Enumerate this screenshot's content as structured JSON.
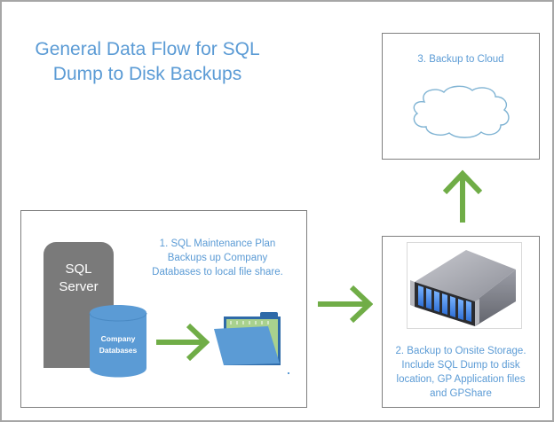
{
  "title": {
    "line1": "General Data Flow for SQL",
    "line2": "Dump to Disk Backups"
  },
  "step1": {
    "caption_lines": [
      "1.  SQL Maintenance Plan",
      "Backups up Company",
      "Databases to local file share."
    ],
    "server_label_lines": [
      "SQL",
      "Server"
    ],
    "database_label_lines": [
      "Company",
      "Databases"
    ]
  },
  "step2": {
    "caption_lines": [
      "2.  Backup to Onsite Storage.",
      "Include SQL Dump to disk",
      "location, GP Application files",
      "and GPShare"
    ]
  },
  "step3": {
    "caption": "3. Backup to Cloud"
  },
  "icons": {
    "sql_server": "sql-server-shape",
    "database": "database-cylinder",
    "folder": "folder-icon",
    "storage": "storage-server-icon",
    "cloud": "cloud-icon",
    "arrow": "green-arrow"
  },
  "colors": {
    "text_accent": "#5b9bd5",
    "arrow_green": "#70ad47",
    "server_gray": "#7a7a7a",
    "db_blue": "#5b9bd5",
    "cloud_stroke": "#7fb3d3",
    "border": "#7f7f7f"
  }
}
